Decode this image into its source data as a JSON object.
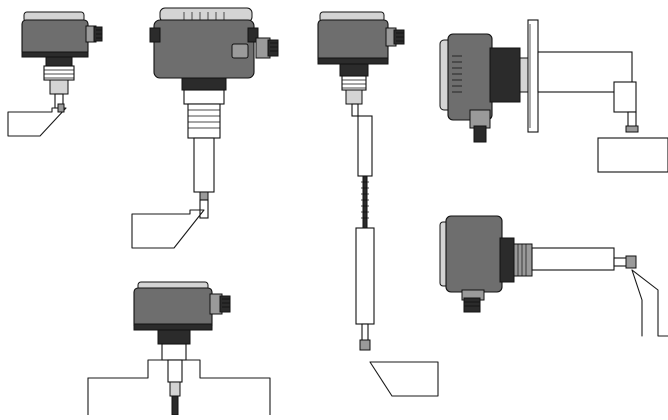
{
  "figure": {
    "variants": [
      {
        "id": "compact-thread-mount"
      },
      {
        "id": "aluminum-housing-extension"
      },
      {
        "id": "cable-extension"
      },
      {
        "id": "side-flange-mount"
      },
      {
        "id": "top-pipe-socket-mount"
      },
      {
        "id": "side-horizontal-mount"
      }
    ],
    "colors": {
      "line": "#1a1a1a",
      "housing": "#6e6e6e",
      "dark": "#2b2b2b",
      "light": "#d4d4d4",
      "background": "#ffffff"
    }
  }
}
